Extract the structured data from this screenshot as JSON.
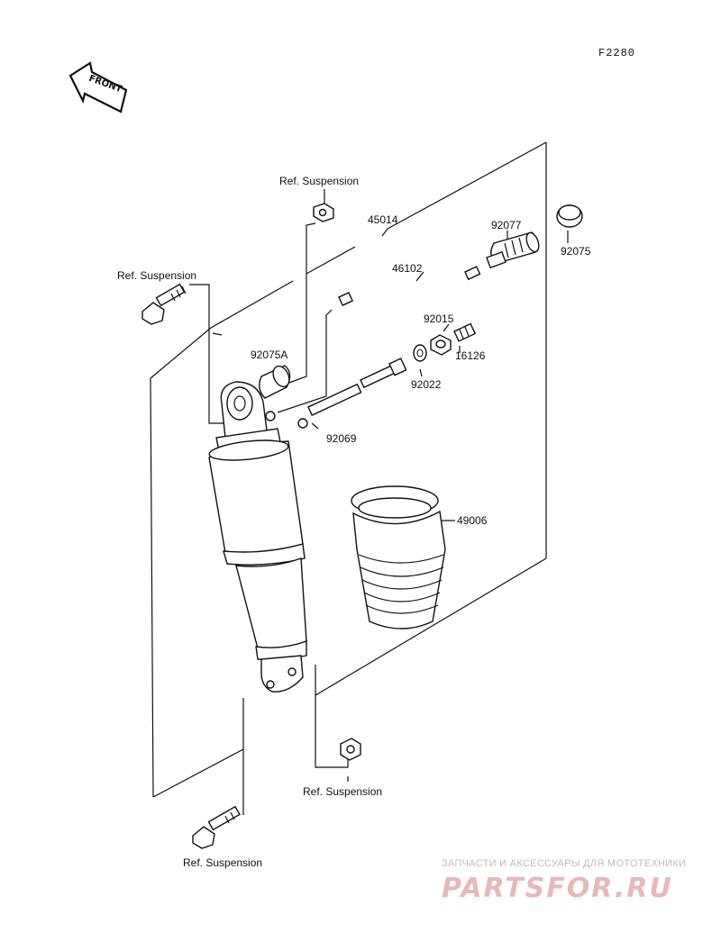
{
  "diagram": {
    "figure_code": "F2280",
    "front_arrow_label": "FRONT",
    "reference_label": "Ref. Suspension",
    "parts": {
      "p45014": "45014",
      "p46102": "46102",
      "p92077": "92077",
      "p92075": "92075",
      "p92015": "92015",
      "p16126": "16126",
      "p92022": "92022",
      "p92075A": "92075A",
      "p92069": "92069",
      "p49006": "49006"
    }
  },
  "watermark": {
    "tagline": "ЗАПЧАСТИ И АКСЕССУАРЫ ДЛЯ МОТОТЕХНИКИ",
    "brand": "PARTSFOR.RU"
  }
}
